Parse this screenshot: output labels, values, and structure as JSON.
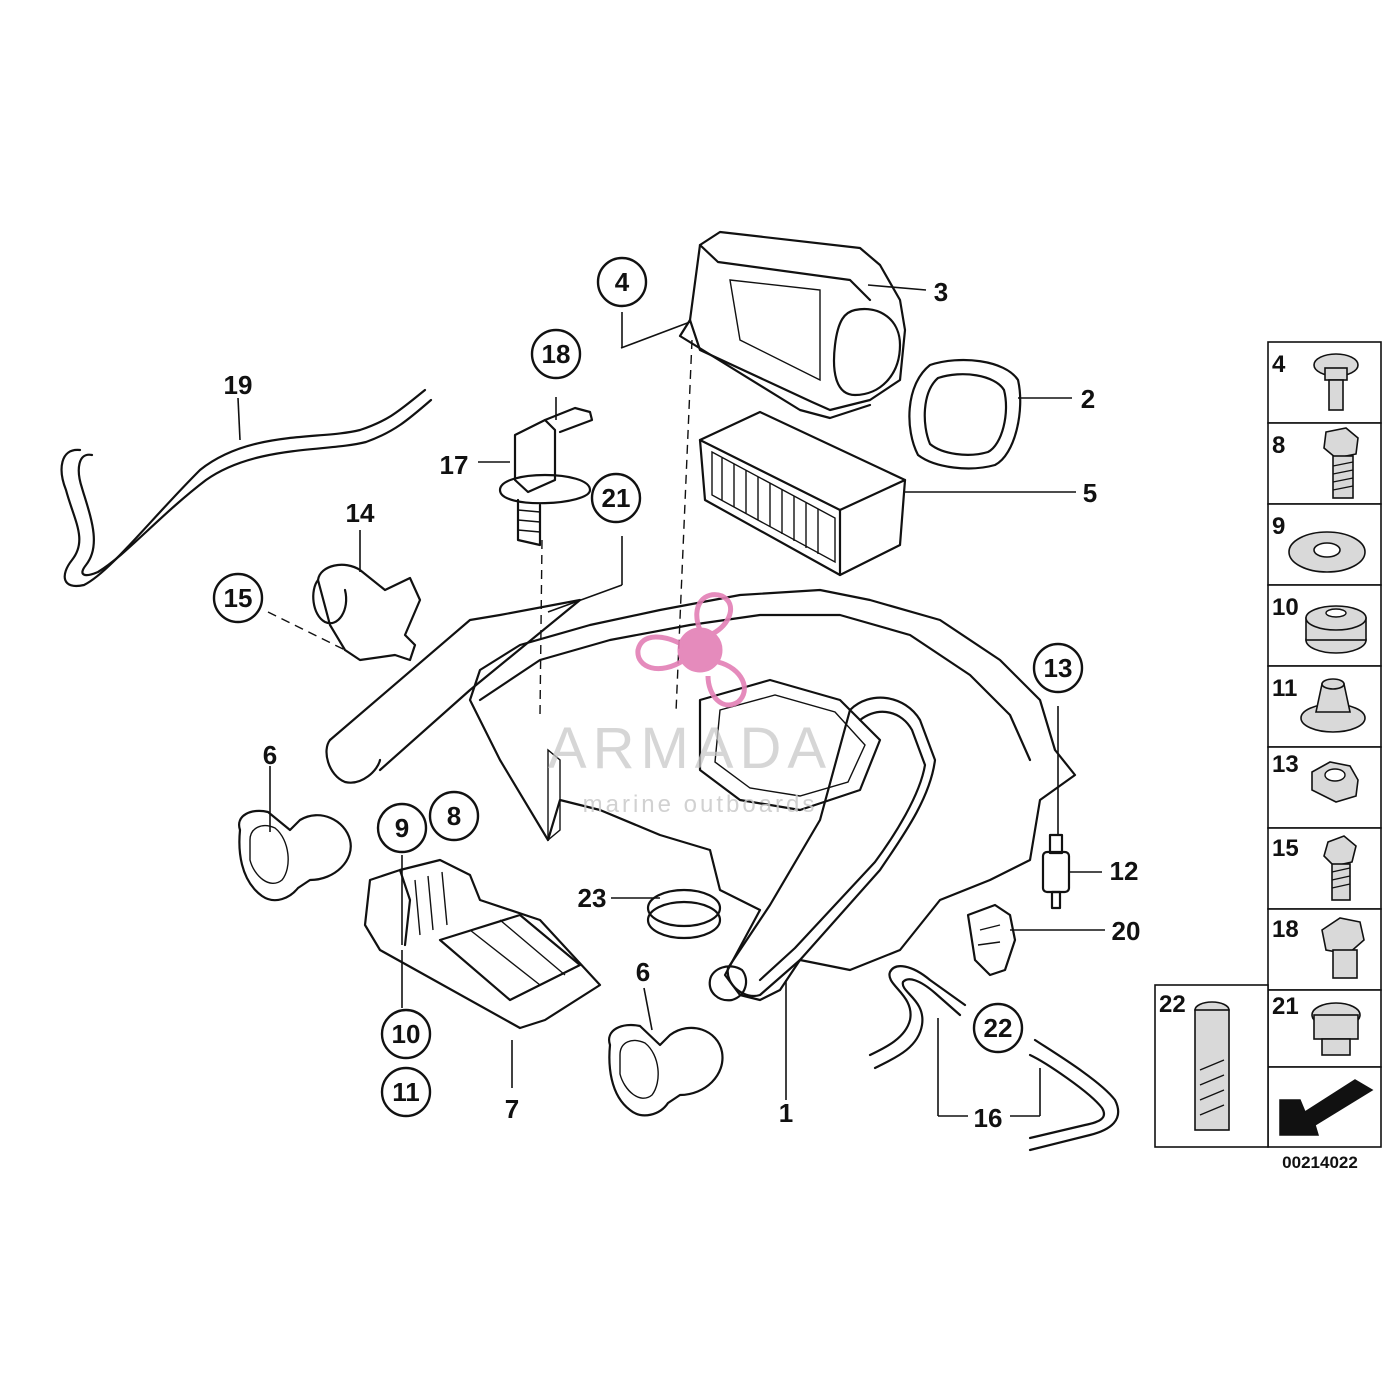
{
  "diagram_id": "00214022",
  "callouts": {
    "c1": "1",
    "c2": "2",
    "c3": "3",
    "c4": "4",
    "c5": "5",
    "c6a": "6",
    "c6b": "6",
    "c7": "7",
    "c8": "8",
    "c9": "9",
    "c10": "10",
    "c11": "11",
    "c12": "12",
    "c13": "13",
    "c14": "14",
    "c15": "15",
    "c16": "16",
    "c17": "17",
    "c18": "18",
    "c19": "19",
    "c20": "20",
    "c21": "21",
    "c22": "22",
    "c23": "23"
  },
  "side_panel": {
    "items": [
      "4",
      "8",
      "9",
      "10",
      "11",
      "13",
      "15",
      "18",
      "21"
    ],
    "item22": "22"
  },
  "watermark": {
    "brand": "ARMADA",
    "tagline": "marine outboards",
    "color": "#e37fb5"
  }
}
